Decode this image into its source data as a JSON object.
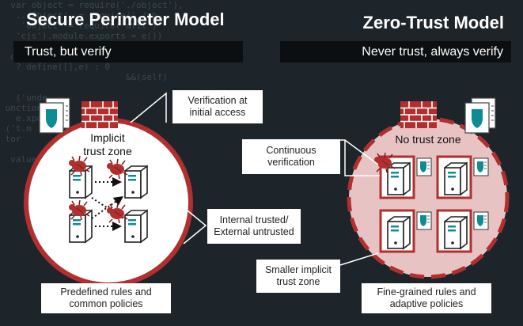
{
  "left": {
    "title": "Secure Perimeter Model",
    "subtitle": "Trust, but verify",
    "zone_label": "Implicit\ntrust zone",
    "callout_verification": "Verification at\ninitial access",
    "callout_internal": "Internal trusted/\nExternal untrusted",
    "callout_rules": "Predefined rules and\ncommon policies"
  },
  "right": {
    "title": "Zero-Trust Model",
    "subtitle": "Never trust, always verify",
    "zone_label": "No trust zone",
    "callout_continuous": "Continuous\nverification",
    "callout_smaller": "Smaller implicit\ntrust zone",
    "callout_rules": "Fine-grained rules and\nadaptive policies"
  },
  "colors": {
    "accent_red": "#b22f2f",
    "zone_fill": "#e8c3c3",
    "background": "#1d252b",
    "shield_teal": "#0f8b96"
  },
  "icons": [
    "document-shield-icon",
    "firewall-icon",
    "server-icon",
    "bug-icon"
  ]
}
